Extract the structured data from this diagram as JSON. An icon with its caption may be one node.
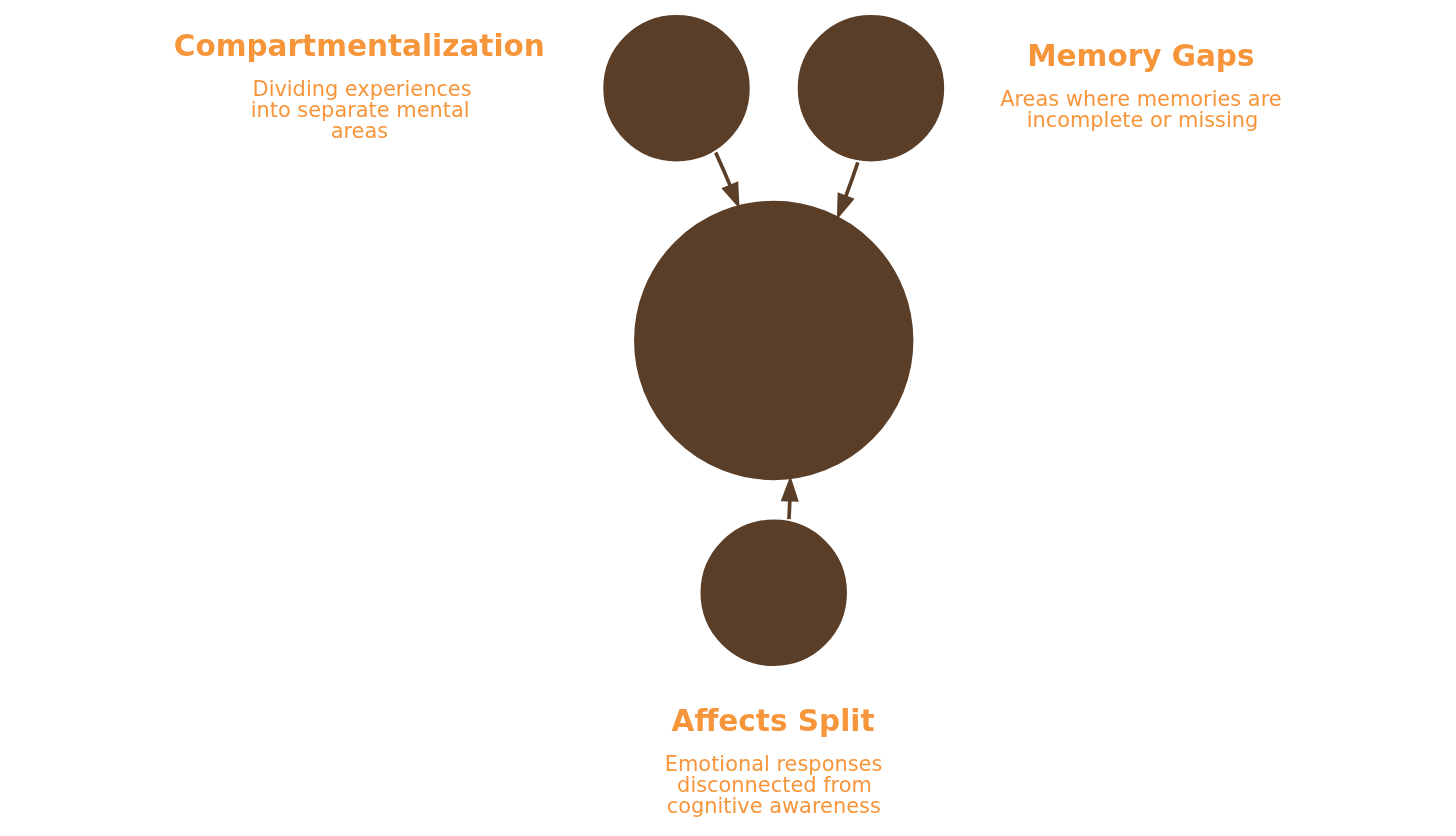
{
  "diagram": {
    "nodes": [
      {
        "text": [],
        "shape": "circle"
      },
      {
        "text": [],
        "shape": "circle",
        "beside": [
          "Compartmentalization",
          "Dividing experiences into separate mental areas"
        ]
      },
      {
        "text": [],
        "shape": "circle",
        "beside": [
          "Memory Gaps",
          "Areas where memories are incomplete or missing"
        ]
      },
      {
        "text": [],
        "shape": "circle",
        "beside": [
          "Affects Split",
          "Emotional responses disconnected from cognitive awareness"
        ]
      }
    ],
    "edges": [
      {
        "from": 1,
        "to": 0,
        "arrow": "to"
      },
      {
        "from": 2,
        "to": 0,
        "arrow": "to"
      },
      {
        "from": 3,
        "to": 0,
        "arrow": "to"
      }
    ]
  }
}
